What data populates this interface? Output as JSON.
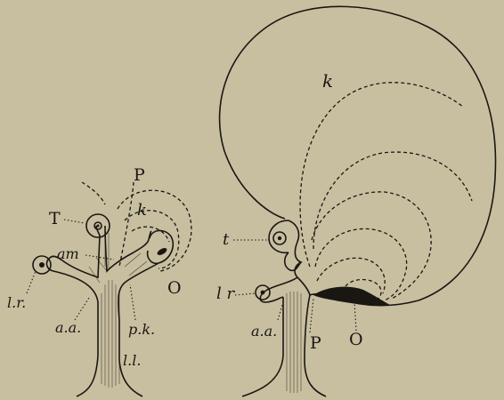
{
  "labels": {
    "left": {
      "P": "P",
      "T": "T",
      "k": "k",
      "am": "am",
      "lr": "l.r.",
      "O": "O",
      "aa": "a.a.",
      "pk": "p.k.",
      "ll": "l.l."
    },
    "right": {
      "k": "k",
      "t": "t",
      "lr": "l r",
      "aa": "a.a.",
      "P": "P",
      "O": "O"
    }
  },
  "colors": {
    "paper": "#c8bfa1",
    "ink": "#1a1712"
  }
}
